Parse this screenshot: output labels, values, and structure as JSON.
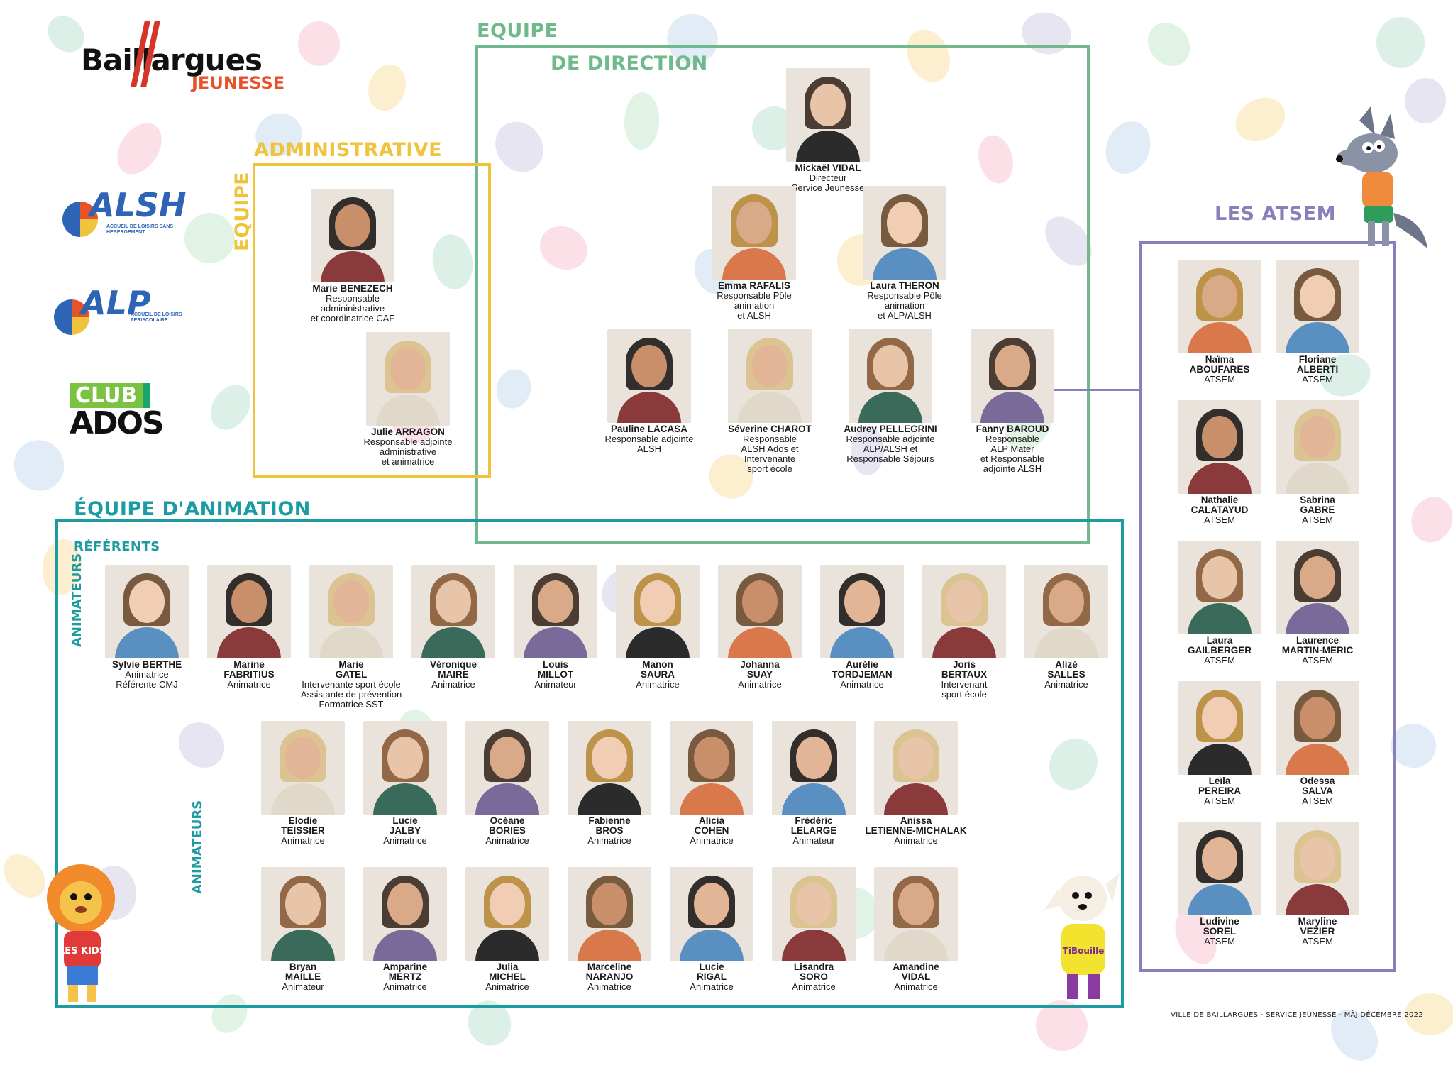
{
  "brand": {
    "logo_line1": "Baillargues",
    "logo_line2": "JEUNESSE",
    "colors": {
      "red": "#d6362a",
      "orange": "#e8522a"
    }
  },
  "logos": [
    {
      "main": "ALSH",
      "sub": "ACCUEIL DE LOISIRS SANS HEBERGEMENT",
      "color": "#2e64b5"
    },
    {
      "main": "ALP",
      "sub": "ACCUEIL DE LOISIRS PERISCOLAIRE",
      "color": "#2e64b5"
    },
    {
      "main": "CLUB",
      "main2": "ADOS",
      "color": "#1aa56d"
    }
  ],
  "sections": {
    "direction_title_1": "EQUIPE",
    "direction_title_2": "DE DIRECTION",
    "admin_title": "ADMINISTRATIVE",
    "admin_vertical": "EQUIPE",
    "atsem_title": "LES ATSEM",
    "animation_title": "ÉQUIPE D'ANIMATION",
    "referents": "RÉFÉRENTS",
    "animateurs_1": "ANIMATEURS",
    "animateurs_2": "ANIMATEURS"
  },
  "colors": {
    "direction": "#6fb98a",
    "admin": "#f0c33c",
    "atsem": "#8a7fba",
    "animation": "#1c9ba3"
  },
  "direction": [
    {
      "name": "Mickaël VIDAL",
      "role": [
        "Directeur",
        "Service Jeunesse"
      ]
    },
    {
      "name": "Emma RAFALIS",
      "role": [
        "Responsable Pôle animation",
        "et ALSH"
      ]
    },
    {
      "name": "Laura THERON",
      "role": [
        "Responsable Pôle animation",
        "et ALP/ALSH"
      ]
    },
    {
      "name": "Pauline LACASA",
      "role": [
        "Responsable adjointe",
        "ALSH"
      ]
    },
    {
      "name": "Séverine CHAROT",
      "role": [
        "Responsable",
        "ALSH Ados et",
        "Intervenante",
        "sport école"
      ]
    },
    {
      "name": "Audrey PELLEGRINI",
      "role": [
        "Responsable adjointe",
        "ALP/ALSH et",
        "Responsable Séjours"
      ]
    },
    {
      "name": "Fanny BAROUD",
      "role": [
        "Responsable",
        "ALP Mater",
        "et Responsable",
        "adjointe ALSH"
      ]
    }
  ],
  "admin": [
    {
      "name": "Marie BENEZECH",
      "role": [
        "Responsable admininistrative",
        "et coordinatrice CAF"
      ]
    },
    {
      "name": "Julie ARRAGON",
      "role": [
        "Responsable adjointe",
        "administrative",
        "et animatrice"
      ]
    }
  ],
  "atsem": [
    {
      "name": [
        "Naïma",
        "ABOUFARES"
      ],
      "role": [
        "ATSEM"
      ]
    },
    {
      "name": [
        "Floriane",
        "ALBERTI"
      ],
      "role": [
        "ATSEM"
      ]
    },
    {
      "name": [
        "Nathalie",
        "CALATAYUD"
      ],
      "role": [
        "ATSEM"
      ]
    },
    {
      "name": [
        "Sabrina",
        "GABRE"
      ],
      "role": [
        "ATSEM"
      ]
    },
    {
      "name": [
        "Laura",
        "GAILBERGER"
      ],
      "role": [
        "ATSEM"
      ]
    },
    {
      "name": [
        "Laurence",
        "MARTIN-MERIC"
      ],
      "role": [
        "ATSEM"
      ]
    },
    {
      "name": [
        "Leïla",
        "PEREIRA"
      ],
      "role": [
        "ATSEM"
      ]
    },
    {
      "name": [
        "Odessa",
        "SALVA"
      ],
      "role": [
        "ATSEM"
      ]
    },
    {
      "name": [
        "Ludivine",
        "SOREL"
      ],
      "role": [
        "ATSEM"
      ]
    },
    {
      "name": [
        "Maryline",
        "VEZIER"
      ],
      "role": [
        "ATSEM"
      ]
    }
  ],
  "referents": [
    {
      "name": [
        "Sylvie BERTHE"
      ],
      "role": [
        "Animatrice",
        "Référente CMJ"
      ]
    },
    {
      "name": [
        "Marine",
        "FABRITIUS"
      ],
      "role": [
        "Animatrice"
      ]
    },
    {
      "name": [
        "Marie",
        "GATEL"
      ],
      "role": [
        "Intervenante sport école",
        "Assistante de prévention",
        "Formatrice SST"
      ]
    },
    {
      "name": [
        "Véronique",
        "MAIRE"
      ],
      "role": [
        "Animatrice"
      ]
    },
    {
      "name": [
        "Louis",
        "MILLOT"
      ],
      "role": [
        "Animateur"
      ]
    },
    {
      "name": [
        "Manon",
        "SAURA"
      ],
      "role": [
        "Animatrice"
      ]
    },
    {
      "name": [
        "Johanna",
        "SUAY"
      ],
      "role": [
        "Animatrice"
      ]
    },
    {
      "name": [
        "Aurélie",
        "TORDJEMAN"
      ],
      "role": [
        "Animatrice"
      ]
    },
    {
      "name": [
        "Joris",
        "BERTAUX"
      ],
      "role": [
        "Intervenant",
        "sport école"
      ]
    },
    {
      "name": [
        "Alizé",
        "SALLES"
      ],
      "role": [
        "Animatrice"
      ]
    }
  ],
  "animateurs_row1": [
    {
      "name": [
        "Elodie",
        "TEISSIER"
      ],
      "role": [
        "Animatrice"
      ]
    },
    {
      "name": [
        "Lucie",
        "JALBY"
      ],
      "role": [
        "Animatrice"
      ]
    },
    {
      "name": [
        "Océane",
        "BORIES"
      ],
      "role": [
        "Animatrice"
      ]
    },
    {
      "name": [
        "Fabienne",
        "BROS"
      ],
      "role": [
        "Animatrice"
      ]
    },
    {
      "name": [
        "Alicia",
        "COHEN"
      ],
      "role": [
        "Animatrice"
      ]
    },
    {
      "name": [
        "Frédéric",
        "LELARGE"
      ],
      "role": [
        "Animateur"
      ]
    },
    {
      "name": [
        "Anissa",
        "LETIENNE-MICHALAK"
      ],
      "role": [
        "Animatrice"
      ]
    }
  ],
  "animateurs_row2": [
    {
      "name": [
        "Bryan",
        "MAILLE"
      ],
      "role": [
        "Animateur"
      ]
    },
    {
      "name": [
        "Amparine",
        "MERTZ"
      ],
      "role": [
        "Animatrice"
      ]
    },
    {
      "name": [
        "Julia",
        "MICHEL"
      ],
      "role": [
        "Animatrice"
      ]
    },
    {
      "name": [
        "Marceline",
        "NARANJO"
      ],
      "role": [
        "Animatrice"
      ]
    },
    {
      "name": [
        "Lucie",
        "RIGAL"
      ],
      "role": [
        "Animatrice"
      ]
    },
    {
      "name": [
        "Lisandra",
        "SORO"
      ],
      "role": [
        "Animatrice"
      ]
    },
    {
      "name": [
        "Amandine",
        "VIDAL"
      ],
      "role": [
        "Animatrice"
      ]
    }
  ],
  "mascots": [
    {
      "icon": "wolf-mascot-icon"
    },
    {
      "icon": "lion-mascot-icon",
      "text": "LES KIDS"
    },
    {
      "icon": "dog-mascot-icon",
      "text": "TiBouille"
    }
  ],
  "footer": "VILLE DE BAILLARGUES - SERVICE JEUNESSE - MÀJ DÉCEMBRE 2022"
}
